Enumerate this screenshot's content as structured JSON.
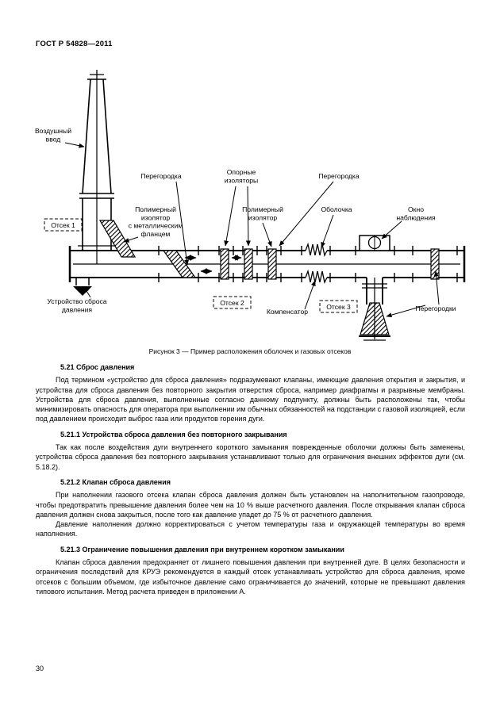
{
  "page": {
    "header": "ГОСТ Р 54828—2011",
    "page_number": "30"
  },
  "colors": {
    "ink": "#000000",
    "paper": "#ffffff"
  },
  "figure": {
    "caption": "Рисунок 3 — Пример расположения оболочек и газовых отсеков",
    "labels": {
      "air_inlet": [
        "Воздушный",
        "ввод"
      ],
      "partition_top_left": "Перегородка",
      "support_insulators": [
        "Опорные",
        "изоляторы"
      ],
      "partition_top_right": "Перегородка",
      "compartment_1": "Отсек 1",
      "polymer_insulator_flanged": [
        "Полимерный",
        "изолятор",
        "с металлическим",
        "фланцем"
      ],
      "polymer_insulator": [
        "Полимерный",
        "изолятор"
      ],
      "shell": "Оболочка",
      "observation_window": [
        "Окно",
        "наблюдения"
      ],
      "pressure_relief_device": [
        "Устройство сброса",
        "давления"
      ],
      "compartment_2": "Отсек 2",
      "compensator": "Компенсатор",
      "compartment_3": "Отсек 3",
      "partitions": "Перегородки"
    }
  },
  "sections": [
    {
      "heading": "5.21 Сброс давления",
      "paragraphs": [
        "Под термином «устройство для сброса давления» подразумевают клапаны, имеющие давления открытия и закрытия, и устройства для сброса давления без повторного закрытия отверстия сброса, например диафрагмы и разрывные мембраны. Устройства для сброса давления, выполненные согласно данному подпункту, должны быть расположены так, чтобы минимизировать опасность для оператора при выполнении им обычных обязанностей на подстанции с газовой изоляцией, если под давлением происходит выброс газа или продуктов горения дуги."
      ]
    },
    {
      "heading": "5.21.1 Устройства сброса давления без повторного закрывания",
      "paragraphs": [
        "Так как после воздействия дуги внутреннего короткого замыкания поврежденные оболочки должны быть заменены, устройства сброса давления без повторного закрывания устанавливают только для ограничения внешних эффектов дуги (см. 5.18.2)."
      ]
    },
    {
      "heading": "5.21.2 Клапан сброса давления",
      "paragraphs": [
        "При наполнении газового отсека клапан сброса давления должен быть установлен на наполнительном газопроводе, чтобы предотвратить превышение давления более чем на 10 % выше расчетного давления. После открывания клапан сброса давления должен снова закрыться, после того как давление упадет до 75 % от расчетного давления.",
        "Давление наполнения должно корректироваться с учетом температуры газа и окружающей температуры во время наполнения."
      ]
    },
    {
      "heading": "5.21.3 Ограничение повышения давления при внутреннем коротком замыкании",
      "paragraphs": [
        "Клапан сброса давления предохраняет от лишнего повышения давления при внутренней дуге. В целях безопасности и ограничения последствий для КРУЭ рекомендуется в каждый отсек устанавливать устройство для сброса давления, кроме отсеков с большим объемом, где избыточное давление само ограничивается до значений, которые не превышают давления типового испытания. Метод расчета приведен в приложении А."
      ]
    }
  ]
}
